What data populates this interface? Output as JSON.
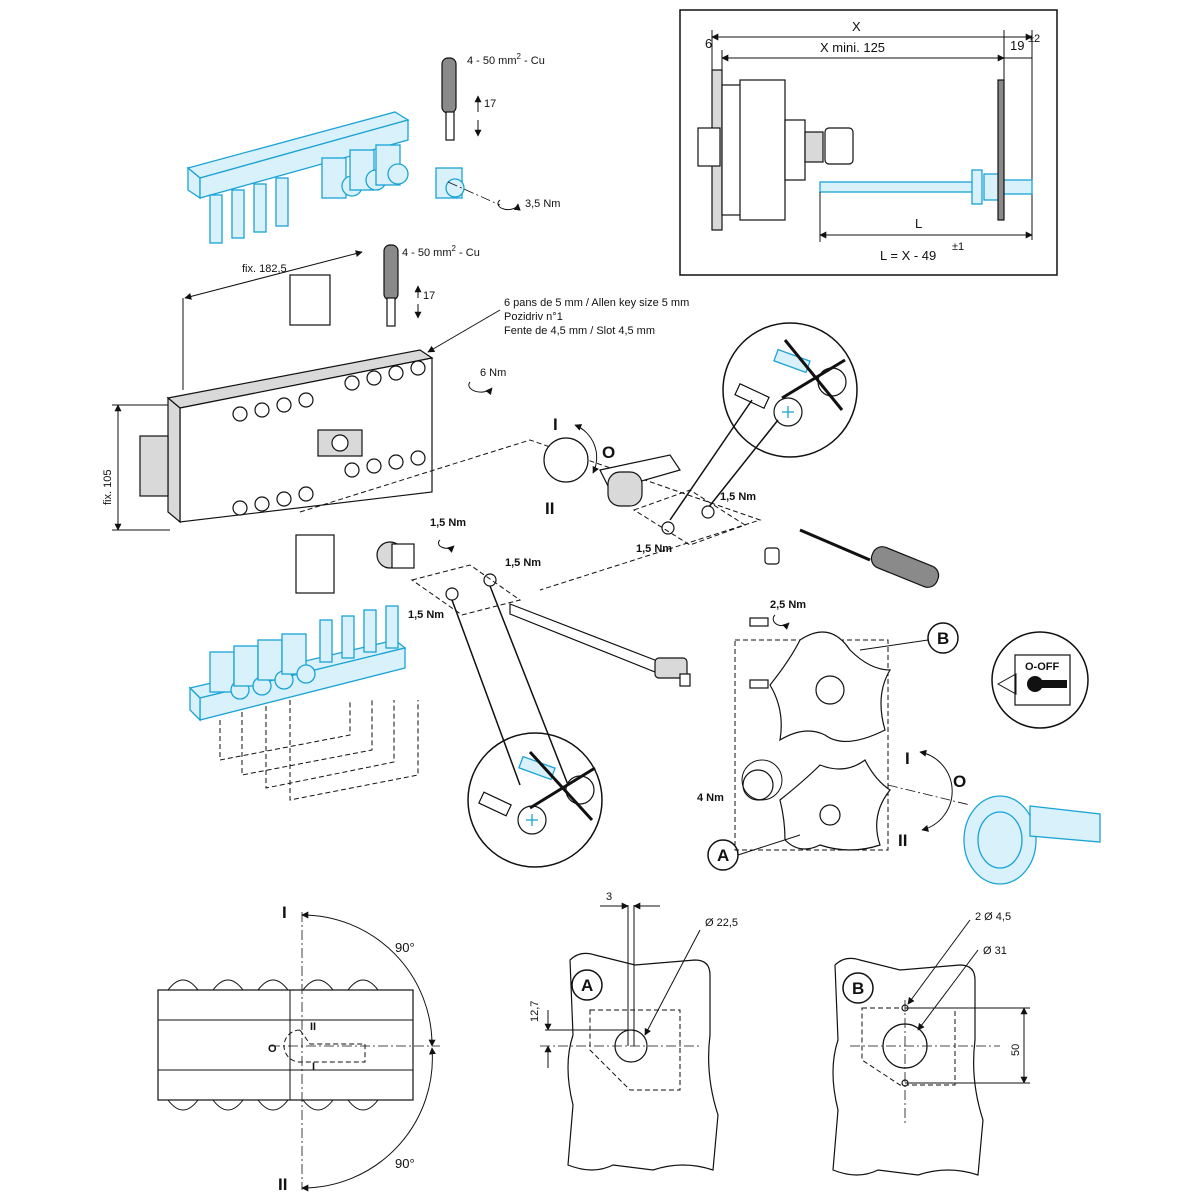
{
  "detail_box": {
    "dim_x": "X",
    "dim_6": "6",
    "dim_x_mini": "X mini. 125",
    "dim_19": "19",
    "dim_19_tol": "±2",
    "dim_l": "L",
    "formula": "L = X - 49",
    "formula_tol": "±1"
  },
  "callouts": {
    "cable_top": "4 - 50 mm",
    "cable_top_sup": "2",
    "cable_top_suffix": " - Cu",
    "cable_mid": "4 - 50 mm",
    "cable_mid_sup": "2",
    "cable_mid_suffix": " - Cu",
    "strip_17_top": "17",
    "strip_17_mid": "17",
    "torque_35": "3,5 Nm",
    "torque_6": "6 Nm",
    "fix_1825": "fix. 182,5",
    "fix_105": "fix. 105",
    "tool_line1": "6 pans de 5 mm / Allen key size 5 mm",
    "tool_line2": "Pozidriv n°1",
    "tool_line3": "Fente de 4,5 mm / Slot 4,5 mm",
    "torque_15_a": "1,5 Nm",
    "torque_15_b": "1,5 Nm",
    "torque_15_c": "1,5 Nm",
    "torque_15_d": "1,5 Nm",
    "torque_15_e": "1,5 Nm",
    "torque_25": "2,5 Nm",
    "torque_4": "4 Nm",
    "pos_I_top": "I",
    "pos_O_top": "O",
    "pos_II_top": "II",
    "pos_I_handle": "I",
    "pos_O_handle": "O",
    "pos_II_handle": "II",
    "label_A": "A",
    "label_B": "B",
    "ooff_label": "O-OFF"
  },
  "bottom_left": {
    "pos_I": "I",
    "pos_O": "O",
    "pos_II": "II",
    "angle_top": "90°",
    "angle_bottom": "90°",
    "mark_II": "II",
    "mark_I": "I"
  },
  "cutout_A": {
    "label": "A",
    "dim_3": "3",
    "dim_dia": "Ø 22,5",
    "dim_127": "12,7"
  },
  "cutout_B": {
    "label": "B",
    "dim_holes": "2 Ø 4,5",
    "dim_dia": "Ø 31",
    "dim_50": "50"
  },
  "colors": {
    "accent_blue": "#1aa3d6",
    "accent_fill": "#d8f1fb",
    "ink": "#111111"
  }
}
